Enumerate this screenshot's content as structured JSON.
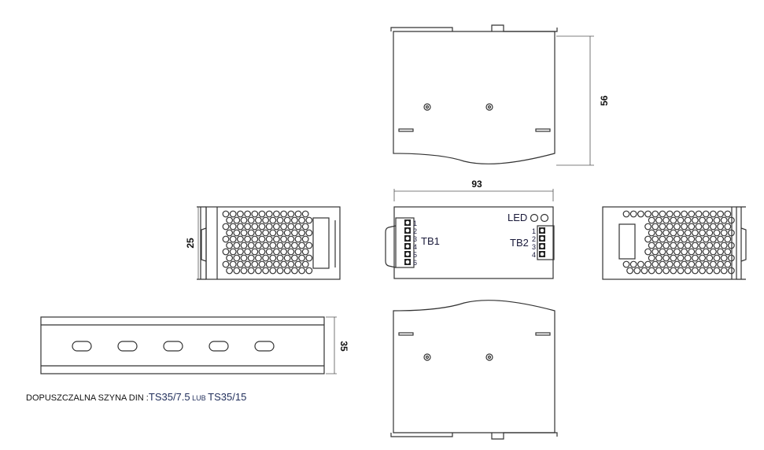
{
  "dimensions": {
    "height_top": "56",
    "width_front": "93",
    "depth_side": "25",
    "rail_height": "35"
  },
  "front": {
    "led_label": "LED",
    "tb1_label": "TB1",
    "tb2_label": "TB2",
    "tb1_pins": [
      "1",
      "2",
      "3",
      "4",
      "5",
      "6"
    ],
    "tb2_pins": [
      "1",
      "2",
      "3",
      "4"
    ]
  },
  "note": {
    "prefix": "DOPUSZCZALNA SZYNA DIN :",
    "rail1": "TS35/7.5",
    "joiner": " LUB ",
    "rail2": "TS35/15"
  },
  "colors": {
    "line": "#333333",
    "label": "#1f2d5a"
  }
}
